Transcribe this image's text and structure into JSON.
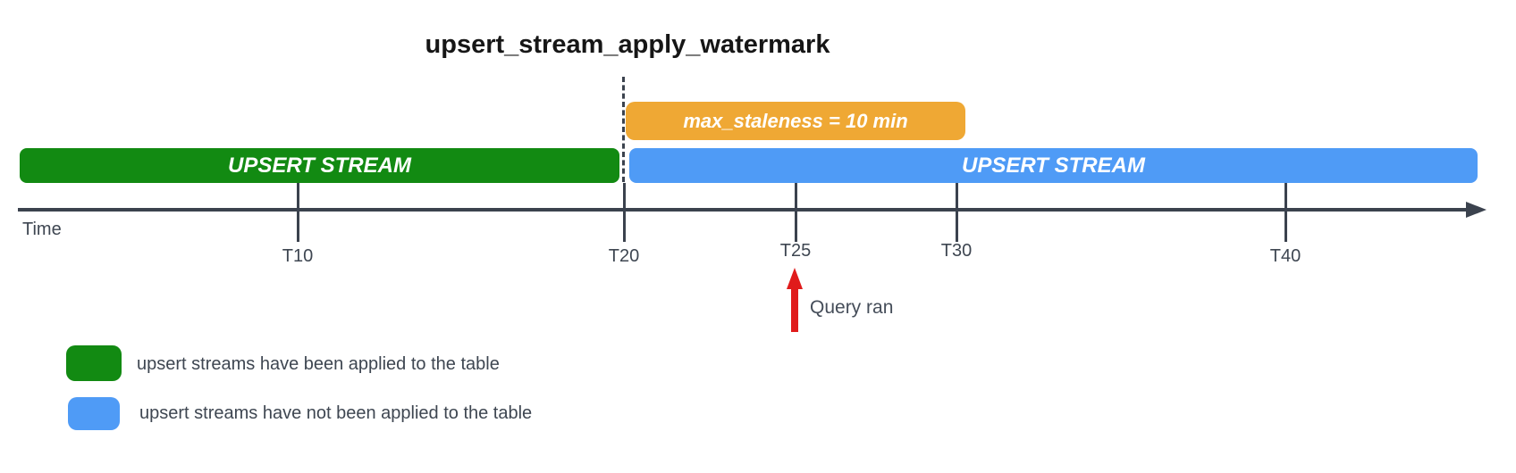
{
  "diagram": {
    "title": "upsert_stream_apply_watermark"
  },
  "bars": {
    "staleness": {
      "label": "max_staleness = 10 min",
      "color": "#EFA834"
    },
    "applied": {
      "label": "UPSERT STREAM",
      "color": "#128A12"
    },
    "pending": {
      "label": "UPSERT STREAM",
      "color": "#4F9BF6"
    }
  },
  "timeline": {
    "axis_label": "Time",
    "ticks": [
      {
        "label": "T10"
      },
      {
        "label": "T20"
      },
      {
        "label": "T25"
      },
      {
        "label": "T30"
      },
      {
        "label": "T40"
      }
    ]
  },
  "annotation": {
    "query_ran": "Query ran",
    "arrow_color": "#E01B1B"
  },
  "legend": {
    "items": [
      {
        "label": "upsert streams have been applied to the table",
        "color": "#128A12"
      },
      {
        "label": "upsert streams have not been applied to the table",
        "color": "#4F9BF6"
      }
    ]
  },
  "colors": {
    "axis": "#3B424E",
    "text": "#3E4651",
    "title": "#161616"
  }
}
